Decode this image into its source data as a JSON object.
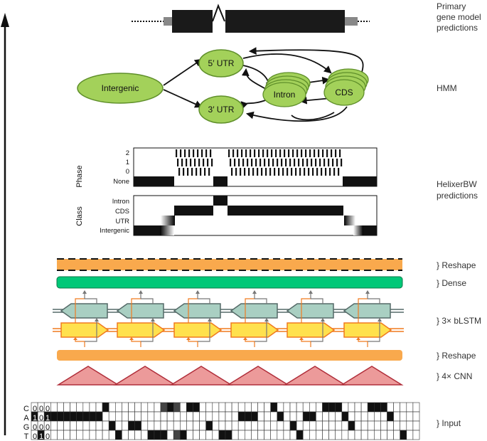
{
  "labels": {
    "primary": [
      "Primary",
      "gene model",
      "predictions"
    ],
    "hmm": "HMM",
    "helixer": [
      "HelixerBW",
      "predictions"
    ],
    "reshape_top": "} Reshape",
    "dense": "} Dense",
    "bilstm": "} 3× bLSTM",
    "reshape_bottom": "} Reshape",
    "cnn": "} 4× CNN",
    "input": "} Input"
  },
  "hmm": {
    "intergenic": "Intergenic",
    "utr5": "5′ UTR",
    "utr3": "3′ UTR",
    "intron": "Intron",
    "cds": "CDS"
  },
  "phase": {
    "title": "Phase",
    "rows": [
      "2",
      "1",
      "0",
      "None"
    ]
  },
  "class": {
    "title": "Class",
    "rows": [
      "Intron",
      "CDS",
      "UTR",
      "Intergenic"
    ]
  },
  "input": {
    "bases": [
      "C",
      "A",
      "G",
      "T"
    ],
    "onehot": [
      [
        "0",
        "0",
        "0"
      ],
      [
        "1",
        "0",
        "1"
      ],
      [
        "0",
        "0",
        "0"
      ],
      [
        "0",
        "1",
        "0"
      ]
    ]
  },
  "colors": {
    "hmm_node": "#a3d15a",
    "hmm_node_stroke": "#5f8f2a",
    "dense": "#00c878",
    "reshape": "#f9a94d",
    "lstm_fwd": "#ffe14d",
    "lstm_fwd_stroke": "#f07a1f",
    "lstm_bwd": "#a9cfc2",
    "lstm_bwd_stroke": "#556a68",
    "cnn": "#ec9a9a",
    "cnn_stroke": "#b02e3a",
    "gene_model": "#1a1a1a"
  }
}
